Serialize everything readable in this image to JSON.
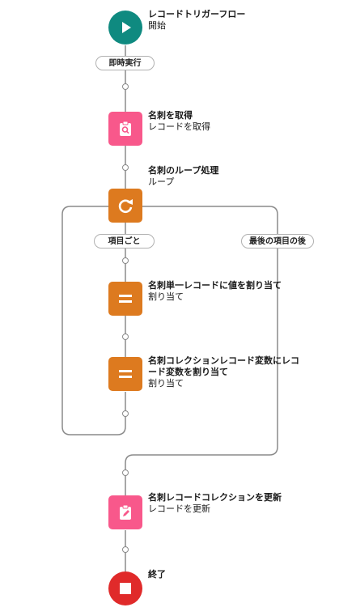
{
  "start": {
    "title": "レコードトリガーフロー",
    "subtitle": "開始"
  },
  "connector_start": "即時実行",
  "get_record": {
    "title": "名刺を取得",
    "subtitle": "レコードを取得"
  },
  "loop": {
    "title": "名刺のループ処理",
    "subtitle": "ループ"
  },
  "loop_each": "項目ごと",
  "loop_after": "最後の項目の後",
  "assign1": {
    "title": "名刺単一レコードに値を割り当て",
    "subtitle": "割り当て"
  },
  "assign2": {
    "title": "名刺コレクションレコード変数にレコード変数を割り当て",
    "subtitle": "割り当て"
  },
  "update": {
    "title": "名刺レコードコレクションを更新",
    "subtitle": "レコードを更新"
  },
  "end": {
    "title": "終了"
  },
  "colors": {
    "start": "#0f8a80",
    "record": "#f8588b",
    "logic": "#dd7a1f",
    "end": "#e02a2a"
  }
}
